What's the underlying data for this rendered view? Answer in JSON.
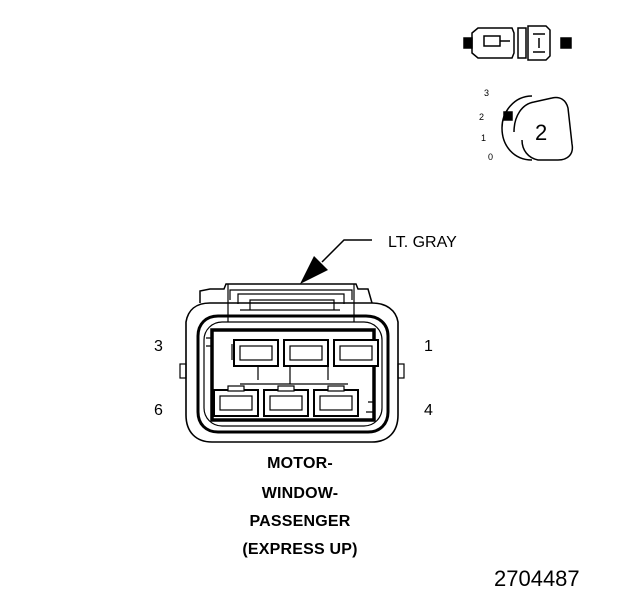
{
  "connector": {
    "color_label": "LT. GRAY",
    "pin_labels": {
      "top_left": "3",
      "top_right": "1",
      "bottom_left": "6",
      "bottom_right": "4"
    },
    "title_lines": [
      "MOTOR-",
      "WINDOW-",
      "PASSENGER",
      "(EXPRESS UP)"
    ],
    "pin_count": 6
  },
  "indicator": {
    "scale_labels": [
      "3",
      "2",
      "1",
      "0"
    ],
    "selected_level_label": "2"
  },
  "figure_number": "2704487",
  "colors": {
    "ink": "#000000",
    "background": "#ffffff"
  }
}
